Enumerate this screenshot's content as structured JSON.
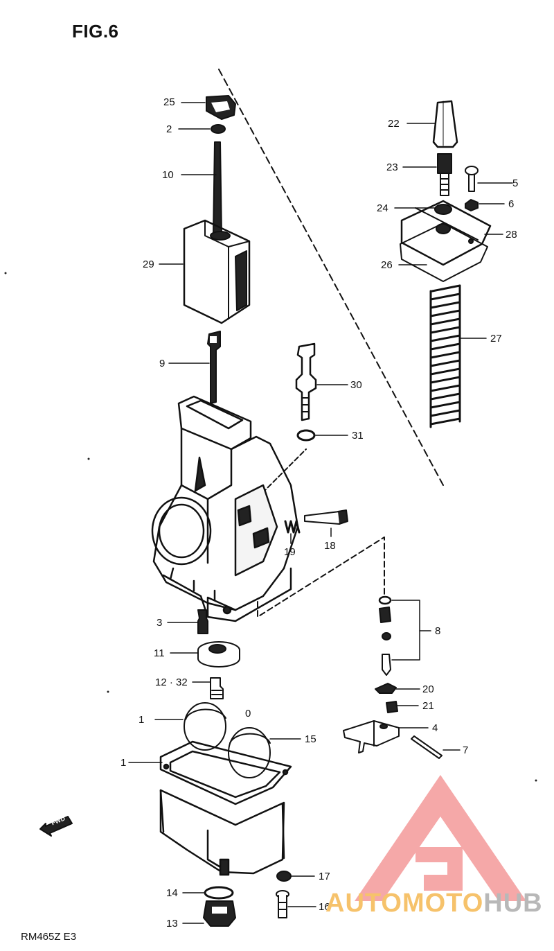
{
  "figure": {
    "title": "FIG.6",
    "model_code": "RM465Z E3"
  },
  "watermark": {
    "brand_a": "AUTOMOTO",
    "brand_b": "HUB",
    "color_a": "#f6c26b",
    "color_b": "#b8b8b8",
    "logo_color": "#f28b8b"
  },
  "fwd_label": "FWD",
  "callouts": [
    {
      "id": "25",
      "text": "25"
    },
    {
      "id": "2",
      "text": "2"
    },
    {
      "id": "10a",
      "text": "10"
    },
    {
      "id": "29",
      "text": "29"
    },
    {
      "id": "9",
      "text": "9"
    },
    {
      "id": "22",
      "text": "22"
    },
    {
      "id": "23",
      "text": "23"
    },
    {
      "id": "5",
      "text": "5"
    },
    {
      "id": "24",
      "text": "24"
    },
    {
      "id": "6",
      "text": "6"
    },
    {
      "id": "28",
      "text": "28"
    },
    {
      "id": "26",
      "text": "26"
    },
    {
      "id": "27",
      "text": "27"
    },
    {
      "id": "30",
      "text": "30"
    },
    {
      "id": "31",
      "text": "31"
    },
    {
      "id": "18",
      "text": "18"
    },
    {
      "id": "19",
      "text": "19"
    },
    {
      "id": "3",
      "text": "3"
    },
    {
      "id": "11",
      "text": "11"
    },
    {
      "id": "12-32",
      "text": "12 · 32"
    },
    {
      "id": "1a",
      "text": "1"
    },
    {
      "id": "0",
      "text": "0"
    },
    {
      "id": "15",
      "text": "15"
    },
    {
      "id": "1b",
      "text": "1"
    },
    {
      "id": "8",
      "text": "8"
    },
    {
      "id": "20",
      "text": "20"
    },
    {
      "id": "21",
      "text": "21"
    },
    {
      "id": "4",
      "text": "4"
    },
    {
      "id": "7",
      "text": "7"
    },
    {
      "id": "17",
      "text": "17"
    },
    {
      "id": "14",
      "text": "14"
    },
    {
      "id": "16",
      "text": "16"
    },
    {
      "id": "13",
      "text": "13"
    }
  ]
}
